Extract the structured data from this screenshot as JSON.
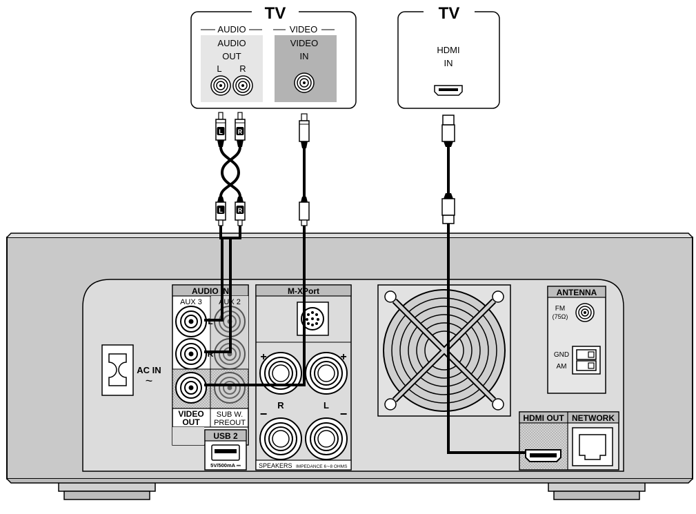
{
  "tv_left": {
    "title": "TV",
    "audio_group": "AUDIO",
    "video_group": "VIDEO",
    "audio_out_line1": "AUDIO",
    "audio_out_line2": "OUT",
    "l_label": "L",
    "r_label": "R",
    "video_in_line1": "VIDEO",
    "video_in_line2": "IN"
  },
  "tv_right": {
    "title": "TV",
    "hdmi_line1": "HDMI",
    "hdmi_line2": "IN"
  },
  "plugs": {
    "left_badge": "L",
    "right_badge": "R"
  },
  "receiver": {
    "ac_in": "AC IN",
    "ac_symbol": "~",
    "audio_in": "AUDIO IN",
    "aux3": "AUX 3",
    "aux2": "AUX 2",
    "jack_l": "L",
    "jack_r": "R",
    "video_out_line1": "VIDEO",
    "video_out_line2": "OUT",
    "sub_w_line1": "SUB W.",
    "sub_w_line2": "PREOUT",
    "usb": "USB 2",
    "usb_power": "5V/500mA ⎓",
    "mxport": "M-XPort",
    "spk_plus": "+",
    "spk_minus": "−",
    "spk_r": "R",
    "spk_l": "L",
    "speakers_label": "SPEAKERS",
    "impedance_label": "IMPEDANCE 6∼8 OHMS",
    "antenna": "ANTENNA",
    "fm": "FM",
    "fm_ohm": "(75Ω)",
    "gnd": "GND",
    "am": "AM",
    "hdmi_out": "HDMI OUT",
    "network": "NETWORK"
  }
}
